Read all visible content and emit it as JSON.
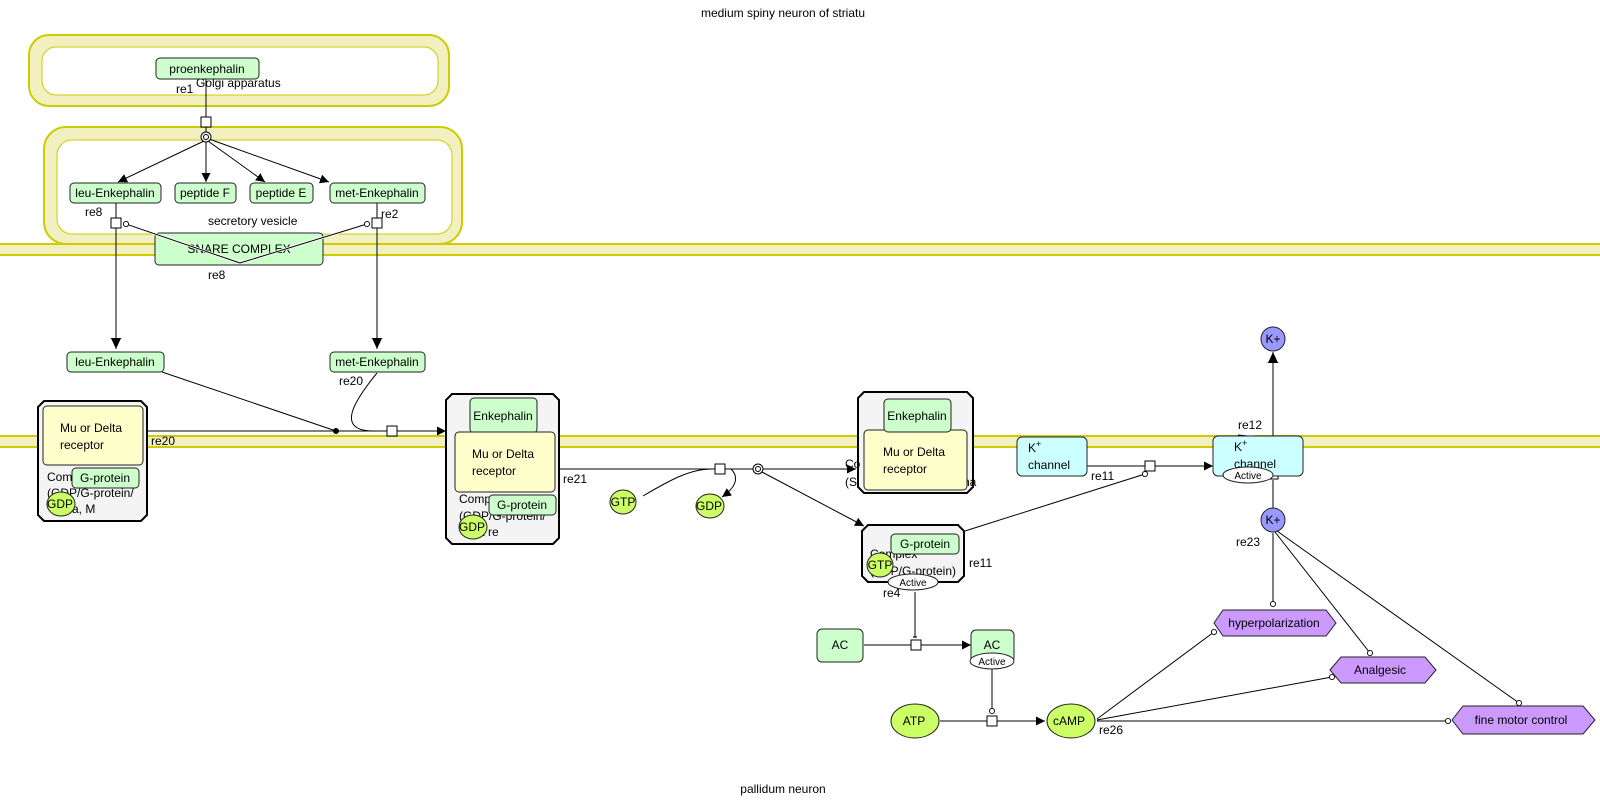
{
  "compartments": {
    "top_cell": "medium spiny neuron of striatu",
    "bottom_cell": "pallidum neuron",
    "golgi": "Golgi apparatus",
    "vesicle": "secretory vesicle"
  },
  "colors": {
    "membrane_fill": "#f2f0c0",
    "membrane_stroke": "#cccc00",
    "protein_fill": "#ccffcc",
    "receptor_fill": "#ffffcc",
    "channel_fill": "#ccffff",
    "simple_molecule_fill": "#ccff66",
    "ion_fill": "#9999ff",
    "phenotype_fill": "#cc99ff",
    "complex_fill": "#f4f4f4"
  },
  "species": {
    "proenkephalin": "proenkephalin",
    "leu_enk_vesicle": "leu-Enkephalin",
    "peptide_f": "peptide F",
    "peptide_e": "peptide E",
    "met_enk_vesicle": "met-Enkephalin",
    "snare": "SNARE COMPLEX",
    "leu_enk_ext": "leu-Enkephalin",
    "met_enk_ext": "met-Enkephalin",
    "receptor1": "Mu or Delta receptor",
    "gprotein1": "G-protein",
    "gdp1": "GDP",
    "complex1_label": "Complex (GDP/G-protein/Delta, M",
    "enk2": "Enkephalin",
    "receptor2": "Mu or Delta receptor",
    "gprotein2": "G-protein",
    "gdp2": "GDP",
    "complex2_label": "Complex (GDP/G-protein/Delta re",
    "gtp_free": "GTP",
    "gdp_free": "GDP",
    "enk3": "Enkephalin",
    "receptor3": "Mu or Delta receptor",
    "complex3_label": "Complex (Signal/Mu or Delta",
    "gprotein4": "G-protein",
    "gtp4": "GTP",
    "complex4_label": "Complex (GTP/G-protein)",
    "active": "Active",
    "kchannel1_top": "K",
    "kchannel1_sup": "+",
    "kchannel1_bottom": "channel",
    "kchannel2_top": "K",
    "kchannel2_sup": "+",
    "kchannel2_bottom": "channel",
    "kplus_top": "K+",
    "kplus_bottom": "K+",
    "ac_inactive": "AC",
    "ac_active": "AC",
    "atp": "ATP",
    "camp": "cAMP",
    "hyperpolarization": "hyperpolarization",
    "analgesic": "Analgesic",
    "fine_motor": "fine motor control"
  },
  "reactions": {
    "re1": "re1",
    "re8": "re8",
    "re2": "re2",
    "re8b": "re8",
    "re20a": "re20",
    "re20b": "re20",
    "re21": "re21",
    "re11a": "re11",
    "re11b": "re11",
    "re12": "re12",
    "re4": "re4",
    "re23": "re23",
    "re26": "re26"
  }
}
